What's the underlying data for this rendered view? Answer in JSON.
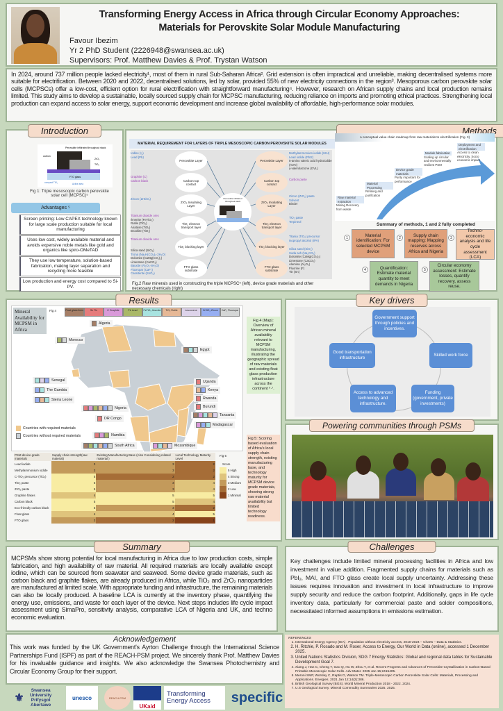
{
  "header": {
    "title_line1": "Transforming Energy Access in Africa through Circular Economy Approaches:",
    "title_line2": "Materials for Perovskite Solar Module Manufacturing",
    "author": "Favour Ibezim",
    "role": "Yr 2 PhD Student (2226948@swansea.ac.uk)",
    "supervisors": "Supervisors: Prof. Matthew Davies & Prof. Trystan Watson"
  },
  "intro_paragraph": "In 2024, around 737 million people lacked electricity¹, most of them in rural Sub-Saharan Africa². Grid extension is often impractical and unreliable, making decentralised systems more suitable for electrification. Between 2020 and 2022, decentralised solutions, led by solar, provided 55% of new electricity connections in the region³. Mesoporous carbon perovskite solar cells (MCPSCs) offer a low-cost, efficient option for rural electrification with straightforward manufacturing⁴. However, research on African supply chains and local production remains limited. This study aims to develop a sustainable, locally sourced supply chain for MCPSC manufacturing, reducing reliance on imports and promoting ethical practices. Strengthening local production can expand access to solar energy, support economic development and increase global availability of affordable, high-performance solar modules.",
  "introduction": {
    "title": "Introduction",
    "fig1_labels": {
      "top": "Perovskite infiltrated throughout stack",
      "carbon": "carbon",
      "zro2": "ZrO₂",
      "tio2": "TiO₂",
      "fto": "FTO glass",
      "compact": "compact TiO₂",
      "active": "Active area"
    },
    "fig1_caption": "Fig 1: Triple mesoscopic carbon perovskite solar cell (MCPSC)⁵",
    "advantages_title": "Advantages ⁵",
    "advantages": [
      "Screen printing: Low CAPEX technology known for large scale production suitable for local manufacturing",
      "Uses low cost, widely available material and avoids expensive noble metals like gold and organics like spiro-OMeTAD",
      "They use low temperature, solution-based fabrication, making layer separation and recycling more feasible",
      "Low production and energy cost compared to Si-PV."
    ]
  },
  "methods": {
    "title": "Methods",
    "diagram_title": "MATERIAL REQUIREMENT FOR LAYERS OF TRIPLE MESOSCOPIC CARBON PEROVSKITE SOLAR MODULES",
    "left": [
      {
        "layer": "Perovskite Layer",
        "items": [
          "Iodine (I₂)",
          "Lead (Pb)"
        ]
      },
      {
        "layer": "Carbon top contact",
        "items": [
          "Graphite (C)",
          "Carbon black"
        ]
      },
      {
        "layer": "ZrO₂ Insulating Layer",
        "items": [
          "Zircon (ZrSiO₄)"
        ]
      },
      {
        "layer": "TiO₂ electron transport layer",
        "items": [
          "Titanium dioxide ores",
          "Ilmenite (FeTiO₃)",
          "Rutile (TiO₂)",
          "Anatase (TiO₂)",
          "Brookite (TiO₂)"
        ]
      },
      {
        "layer": "TiO₂ blocking layer",
        "items": [
          "Titanium dioxide ores"
        ]
      },
      {
        "layer": "FTO glass substrate",
        "items": [
          "Silica sand (SiO₂)",
          "Trona (Na₃H(CO₃)₂·2H₂O)",
          "Dolomite (CaMg(CO₃)₂)",
          "Limestone (CaCO₃)",
          "Bauxite (Al₂O₃·nH₂O)",
          "Fluorspar (CaF₂)",
          "Cassiterite (SnO₂)"
        ]
      }
    ],
    "right": [
      {
        "layer": "Perovskite Layer",
        "items": [
          "Methylammonium iodide (MAI)",
          "Lead iodide (PbI2)",
          "5-amino valeric acid hydroiodide (AVAI)",
          "γ-valerolactone (GVL)"
        ]
      },
      {
        "layer": "Carbon top contact",
        "items": [
          "Carbon paste"
        ]
      },
      {
        "layer": "ZrO₂ Insulating Layer",
        "items": [
          "Zircon (ZrO₂) paste",
          "Solvent",
          "Binder"
        ]
      },
      {
        "layer": "TiO₂ electron transport layer",
        "items": [
          "TiO₂ paste",
          "Terpineol"
        ]
      },
      {
        "layer": "TiO₂ blocking layer",
        "items": [
          "Titania (TiO₂) precursor",
          "Isopropyl alcohol (IPA)"
        ]
      },
      {
        "layer": "FTO glass substrate",
        "items": [
          "Silica sand (SiO₂)",
          "Soda ash (Na₂CO₃)",
          "Dolomite (CaMg(CO₃)₂)",
          "Limestone (CaCO₃)",
          "Alumina (Al₂O₃)",
          "Fluorine (F)",
          "Tin (Sn)"
        ]
      }
    ],
    "center_label": "Perovskite infiltrated throughout stack",
    "fig2_caption": "Fig.2 Raw minerals used in constructing the triple MCPSC⁵ (left), device grade materials and other necessary chemicals (right)",
    "roadmap_title": "A conceptual value chain roadmap from raw materials to electrification (Fig. 3)",
    "roadmap_steps": [
      {
        "title": "Raw material extraction",
        "desc": "Mining Recovery from waste"
      },
      {
        "title": "Material Processing",
        "desc": "Refining and purification"
      },
      {
        "title": "Device grade materials",
        "desc": "Purity important for performance"
      },
      {
        "title": "Module fabrication",
        "desc": "Scaling up circular and environmentally resilient PSM"
      },
      {
        "title": "Deployment and electrification",
        "desc": "Access to clean electricity. Socio economic impact"
      }
    ],
    "summary_title": "Summary of methods, 1 and 2 fully completed",
    "steps": [
      {
        "n": "1",
        "text": "Material identification: For selected MCPSM device"
      },
      {
        "n": "2",
        "text": "Supply chain mapping: Mapping reserves across Africa and Nigeria"
      },
      {
        "n": "3",
        "text": "Techno-economic analysis and life cycle assessment (LCA)"
      },
      {
        "n": "4",
        "text": "Quantification: Estimate material quantity to meet demands in Nigeria"
      },
      {
        "n": "5",
        "text": "Circular economy assessment: Estimate losses, quantify recovery, assess reuse."
      }
    ]
  },
  "results": {
    "title": "Results",
    "map_title": "Mineral Availability for MCPSM in Africa",
    "fig4_label": "Fig 4",
    "minerals": [
      {
        "key": "float",
        "label": "Float glass lines",
        "color": "#a57e66"
      },
      {
        "key": "sn",
        "label": "Sn Tin",
        "color": "#e57b7b"
      },
      {
        "key": "c",
        "label": "C Graphite",
        "color": "#d99ad9"
      },
      {
        "key": "pb",
        "label": "Pb Lead",
        "color": "#aab868"
      },
      {
        "key": "fe",
        "label": "FeTiO₃ Ilmenite",
        "color": "#a8e3e0"
      },
      {
        "key": "ti",
        "label": "TiO₂ Rutile",
        "color": "#e6b896"
      },
      {
        "key": "le",
        "label": "Leucoxene",
        "color": "#ddd3ea"
      },
      {
        "key": "zr",
        "label": "ZrSiO₄ Zircon",
        "color": "#96aef2"
      },
      {
        "key": "ca",
        "label": "CaF₂ Fluorspar",
        "color": "#d4d6d6"
      }
    ],
    "countries": [
      {
        "name": "Algeria",
        "m": [
          "float"
        ]
      },
      {
        "name": "Morocco",
        "m": [
          "pb",
          "ca"
        ]
      },
      {
        "name": "Egypt",
        "m": [
          "float",
          "fe",
          "ca"
        ]
      },
      {
        "name": "Senegal",
        "m": [
          "fe",
          "le",
          "zr"
        ]
      },
      {
        "name": "The Gambia",
        "m": [
          "zr",
          "fe"
        ]
      },
      {
        "name": "Sierra Leone",
        "m": [
          "zr",
          "ti",
          "fe"
        ]
      },
      {
        "name": "Nigeria",
        "m": [
          "sn",
          "c",
          "pb",
          "ti",
          "zr",
          "ca"
        ]
      },
      {
        "name": "DR Congo",
        "m": [
          "sn"
        ]
      },
      {
        "name": "Uganda",
        "m": [
          "sn"
        ]
      },
      {
        "name": "Kenya",
        "m": [
          "ti",
          "zr"
        ]
      },
      {
        "name": "Rwanda",
        "m": [
          "sn"
        ]
      },
      {
        "name": "Burundi",
        "m": [
          "sn"
        ]
      },
      {
        "name": "Tanzania",
        "m": [
          "float",
          "c",
          "fe",
          "ti",
          "le"
        ]
      },
      {
        "name": "Namibia",
        "m": [
          "sn",
          "c",
          "pb"
        ]
      },
      {
        "name": "South Africa",
        "m": [
          "float",
          "pb",
          "fe",
          "ti",
          "zr",
          "ca"
        ]
      },
      {
        "name": "Madagascar",
        "m": [
          "c",
          "zr",
          "fe"
        ]
      },
      {
        "name": "Mozambique",
        "m": [
          "c",
          "fe",
          "ti",
          "le"
        ]
      }
    ],
    "legend_with": "Countries with required materials",
    "legend_without": "Countries without required materials",
    "fig4_caption": "Fig 4 (Map): Overview of African mineral availability relevant to MCPSM manufacturing, illustrating the geographic spread of raw materials and existing float glass production infrastructure across the continent ⁶·⁷.",
    "fig5_caption": "Fig 5: Scoring based evaluation of Africa's local supply chain strength, existing manufacturing base, and technology maturity for MCPSM device grade materials, showing strong raw material availability but limited technology readiness.",
    "fig5_label": "Fig 5",
    "table": {
      "headers": [
        "PSM device grade materials",
        "Supply chain strength(raw material)",
        "Existing Manufacturing Base (Also Considering related material )",
        "Local Technology Maturity Level"
      ],
      "rows": [
        [
          "Lead iodide",
          3,
          3,
          2
        ],
        [
          "Methylammonium iodide",
          3,
          3,
          2
        ],
        [
          "C-TiO₂ precursor (TiOₓ)",
          5,
          2,
          2
        ],
        [
          "TiO₂ paste",
          5,
          3,
          4
        ],
        [
          "ZrO₂ paste",
          5,
          3,
          4
        ],
        [
          "Graphite flakes",
          4,
          5,
          5
        ],
        [
          "Carbon black",
          5,
          5,
          4
        ],
        [
          "Eco-friendly carbon black",
          5,
          3,
          2
        ],
        [
          "Float glass",
          4,
          4,
          5
        ],
        [
          "FTO glass",
          3,
          2,
          1
        ]
      ]
    },
    "score_title": "Score",
    "score_legend": [
      {
        "score": "5",
        "label": "High",
        "color": "#f8eca2"
      },
      {
        "score": "4",
        "label": "Strong",
        "color": "#dfc47c"
      },
      {
        "score": "3",
        "label": "Medium",
        "color": "#c39a5b"
      },
      {
        "score": "2",
        "label": "Low",
        "color": "#a66d37"
      },
      {
        "score": "1",
        "label": "Minimal",
        "color": "#87431a"
      }
    ]
  },
  "key_drivers": {
    "title": "Key drivers",
    "items": [
      "Government support through policies and incentives.",
      "Skilled work force",
      "Funding (government, private investments)",
      "Access to advanced technology and infrastructure.",
      "Good transportation infrastructure"
    ]
  },
  "powering": {
    "title": "Powering communities through PSMs"
  },
  "summary": {
    "title": "Summary",
    "text": "MCPSMs show strong potential for local manufacturing in Africa due to low production costs, simple fabrication, and high availability of raw material. All required materials are locally available except iodine, which can be sourced from seawater and seaweed. Some device grade materials, such as carbon black and graphite flakes, are already produced in Africa, while TiO₂ and ZrO₂ nanoparticles are manufactured at limited scale. With appropriate funding and infrastructure, the remaining materials can also be locally produced. A baseline LCA is currently at the inventory phase, quantifying the energy use, emissions, and waste for each layer of the device. Next steps includes life cycle impact assessment using SimaPro, sensitivity analysis, comparative LCA of Nigeria and UK, and techno economic evaluation."
  },
  "challenges": {
    "title": "Challenges",
    "text": "Key challenges include limited mineral processing facilities in Africa and low investment in value addition. Fragmented supply chains for materials such as PbI₂, MAI, and FTO glass create local supply uncertainty. Addressing these issues requires innovation and investment in local infrastructure to improve supply security and reduce the carbon footprint. Additionally, gaps in life cycle inventory data, particularly for commercial paste and solder compositions, necessitated informed assumptions in emissions estimation."
  },
  "acknowledgement": {
    "title": "Acknowledgement",
    "text": "This work was funded by the UK Government's Ayrton Challenge through the International Science Partnerships Fund (ISPF) as part of the REACH-PSM project. We sincerely thank Prof. Matthew Davies for his invaluable guidance and insights. We also acknowledge the Swansea Photochemistry and Circular Economy  Group for their support."
  },
  "logos": {
    "swansea": "Swansea University Prifysgol Abertawe",
    "unesco": "unesco",
    "reach": "REACH-PSM",
    "ukaid": "UKaid",
    "tea": "Transforming Energy Access",
    "specific": "specific"
  },
  "references": {
    "title": "REFERENCES",
    "items": [
      "International Energy Agency (IEA) . Population without electricity access, 2010-2024 – Charts – Data & Statistics.",
      "H. Ritchie, P. Rosado and M. Roser, Access to Energy, Our World in Data (online), accessed 1 December 2025.",
      "United Nations Statistics Division, SDG 7 Energy Statistics: Global and regional data tables for Sustainable Development Goal 7.",
      "Xiang J, Han C, Cheng Y, Gao Q, Hu W, Zhou Y, et al. Recent Progress and Advances of Perovskite Crystallization in Carbon-Based Printable Mesoscopic Solar Cells. Adv Mater. 2025 Jan 15;2415405.",
      "Meroni SMP, Worsley C, Raptis D, Watson TM. Triple-Mesoscopic Carbon Perovskite Solar Cells: Materials, Processing and Applications. Energies. 2021 Jan 12;14(2):386.",
      "British Geological Survey (BGS). World Mineral Production 2018 - 2022. 2024.",
      "U.S Geological Survey. Mineral Commodity Summaries 2025. 2025."
    ]
  }
}
